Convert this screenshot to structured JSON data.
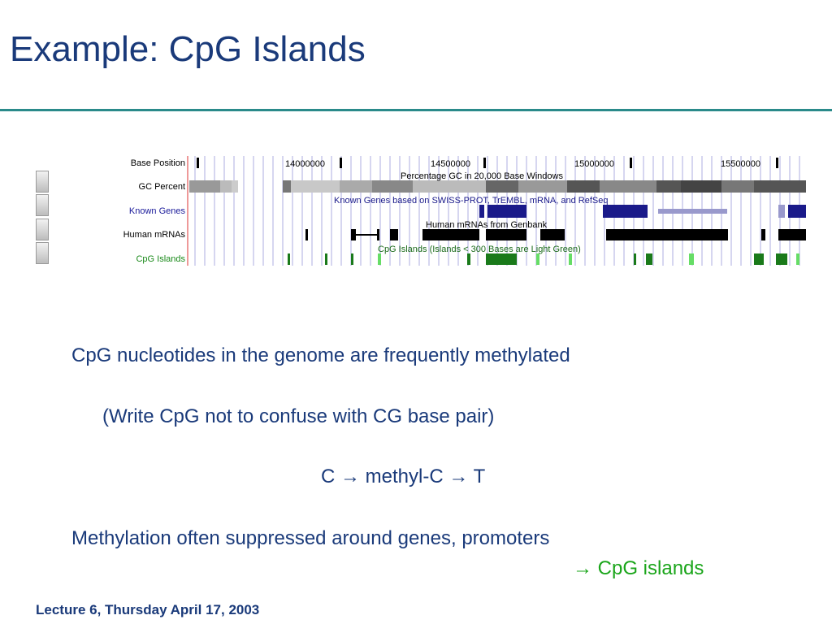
{
  "slide": {
    "title": "Example: CpG Islands",
    "footer": "Lecture 6, Thursday April 17, 2003"
  },
  "browser": {
    "track_labels": [
      "Base Position",
      "GC Percent",
      "Known Genes",
      "Human mRNAs",
      "CpG Islands"
    ],
    "track_label_colors": [
      "#000000",
      "#000000",
      "#1a1a9a",
      "#000000",
      "#1a8a1a"
    ],
    "positions": [
      "14000000",
      "14500000",
      "15000000",
      "15500000"
    ],
    "captions": {
      "gc": "Percentage GC in 20,000 Base Windows",
      "genes": "Known Genes based on SWISS-PROT, TrEMBL, mRNA, and RefSeq",
      "mrna": "Human mRNAs from Genbank",
      "cpg": "CpG Islands (Islands < 300 Bases are Light Green)"
    }
  },
  "body": {
    "line1": "CpG nucleotides in the genome are frequently methylated",
    "line2": "(Write CpG not to confuse with CG base pair)",
    "line3": "C → methyl-C → T",
    "line4": "Methylation often suppressed around genes, promoters",
    "line5": "→ CpG islands"
  },
  "colors": {
    "title": "#1a3a7a",
    "rule": "#2a8a8a",
    "highlight": "#1aa51a"
  }
}
